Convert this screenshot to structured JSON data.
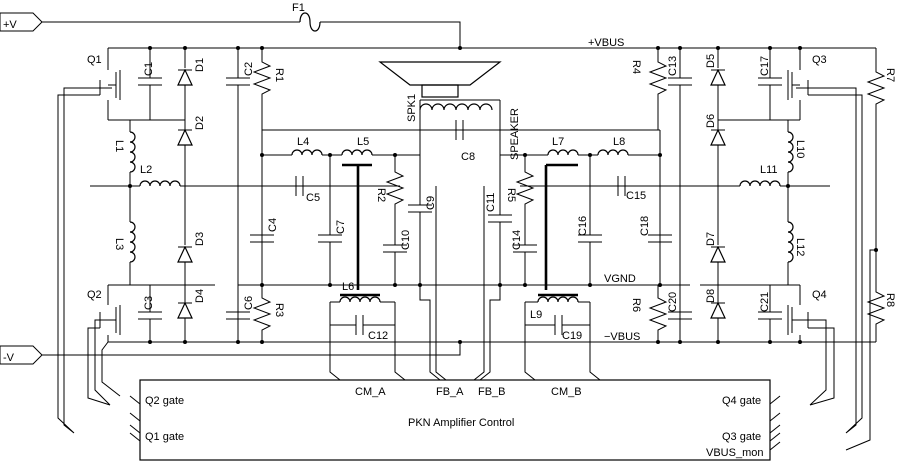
{
  "nets": {
    "pos_supply": "+V",
    "neg_supply": "-V",
    "pos_bus": "+VBUS",
    "neg_bus": "−VBUS",
    "ground": "VGND",
    "speaker": "SPEAKER"
  },
  "components": {
    "F1": "F1",
    "SPK1": "SPK1",
    "Q1": "Q1",
    "Q2": "Q2",
    "Q3": "Q3",
    "Q4": "Q4",
    "D1": "D1",
    "D2": "D2",
    "D3": "D3",
    "D4": "D4",
    "D5": "D5",
    "D6": "D6",
    "D7": "D7",
    "D8": "D8",
    "R1": "R1",
    "R2": "R2",
    "R3": "R3",
    "R4": "R4",
    "R5": "R5",
    "R6": "R6",
    "R7": "R7",
    "R8": "R8",
    "C1": "C1",
    "C2": "C2",
    "C3": "C3",
    "C4": "C4",
    "C5": "C5",
    "C6": "C6",
    "C7": "C7",
    "C8": "C8",
    "C9": "C9",
    "C10": "C10",
    "C11": "C11",
    "C12": "C12",
    "C13": "C13",
    "C14": "C14",
    "C15": "C15",
    "C16": "C16",
    "C17": "C17",
    "C18": "C18",
    "C19": "C19",
    "C20": "C20",
    "C21": "C21",
    "L1": "L1",
    "L2": "L2",
    "L3": "L3",
    "L4": "L4",
    "L5": "L5",
    "L6": "L6",
    "L7": "L7",
    "L8": "L8",
    "L9": "L9",
    "L10": "L10",
    "L11": "L11",
    "L12": "L12"
  },
  "controller": {
    "title": "PKN Amplifier Control",
    "pins": {
      "cm_a": "CM_A",
      "fb_a": "FB_A",
      "fb_b": "FB_B",
      "cm_b": "CM_B",
      "q1_gate": "Q1 gate",
      "q2_gate": "Q2 gate",
      "q3_gate": "Q3 gate",
      "q4_gate": "Q4 gate",
      "vbus_mon": "VBUS_mon"
    }
  }
}
